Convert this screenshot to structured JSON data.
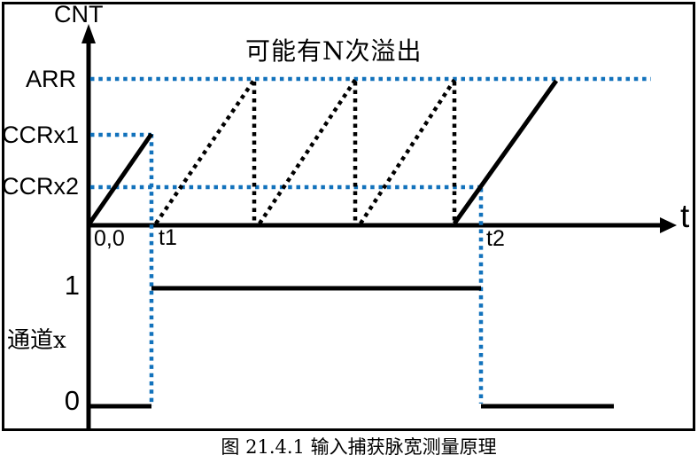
{
  "figure": {
    "caption": "图 21.4.1 输入捕获脉宽测量原理",
    "overflow_note": "可能有N次溢出"
  },
  "axes": {
    "y_label": "CNT",
    "x_label": "t",
    "origin_label": "0,0",
    "t1_label": "t1",
    "t2_label": "t2"
  },
  "levels": {
    "arr": "ARR",
    "ccrx1": "CCRx1",
    "ccrx2": "CCRx2"
  },
  "channel": {
    "label": "通道x",
    "high_label": "1",
    "low_label": "0"
  },
  "colors": {
    "accent-blue": "#1272bc",
    "ink": "#000000",
    "paper": "#ffffff"
  }
}
